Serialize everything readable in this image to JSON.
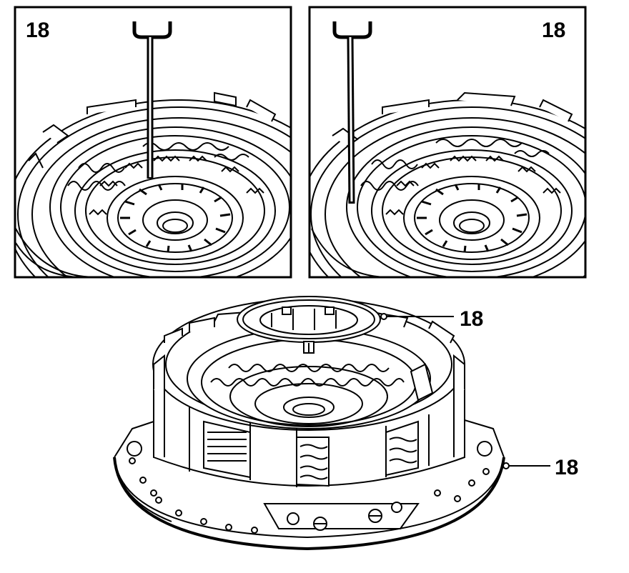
{
  "figure": {
    "panels": [
      {
        "label": "18",
        "tool_icon": "pick-tool-icon",
        "seal_position": "inner-ring"
      },
      {
        "label": "18",
        "tool_icon": "pick-tool-icon",
        "seal_position": "outer-ring"
      }
    ],
    "callouts": [
      {
        "label": "18",
        "target": "upper-seal-ring"
      },
      {
        "label": "18",
        "target": "lower-base-seal"
      }
    ]
  },
  "colors": {
    "line": "#000000",
    "background": "#ffffff"
  }
}
